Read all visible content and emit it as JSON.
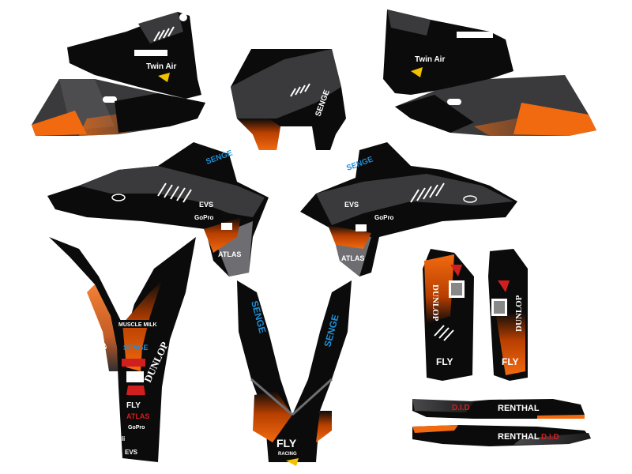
{
  "colors": {
    "black": "#0b0b0b",
    "dark_gray": "#3a3a3c",
    "mid_gray": "#6e6e72",
    "light_gray": "#b9b9bd",
    "orange": "#f26a10",
    "orange_dark": "#b83f00",
    "white": "#ffffff",
    "blue": "#1f8fd6",
    "red": "#d11f1f",
    "yellow": "#f2c200"
  },
  "logos": {
    "dunlop": "DUNLOP",
    "twin_air": "Twin Air",
    "atlas": "ATLAS",
    "did": "D.I.D",
    "renthal": "RENTHAL",
    "evs": "EVS",
    "gopro": "GoPro",
    "fly": "FLY",
    "fly_sub": "RACING",
    "muscle_milk": "MUSCLE MILK",
    "senge": "SENGE",
    "uplift": "upli"
  },
  "pieces": [
    "shroud-top-left",
    "shroud-top-right",
    "headlight-plate",
    "side-panel-left",
    "side-panel-right",
    "radiator-shroud-left",
    "radiator-shroud-right",
    "rear-fender",
    "front-fender",
    "fork-guard-left",
    "fork-guard-right",
    "swingarm-top",
    "swingarm-bottom"
  ]
}
